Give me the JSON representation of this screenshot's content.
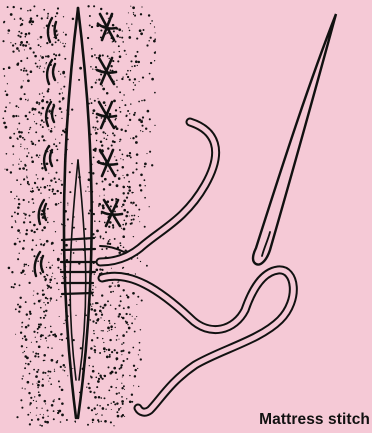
{
  "figure": {
    "caption": "Mattress stitch",
    "colors": {
      "background": "#F5C9D6",
      "ink": "#111111"
    },
    "icons": [
      "knitted-fabric-edge",
      "needle",
      "yarn"
    ]
  }
}
